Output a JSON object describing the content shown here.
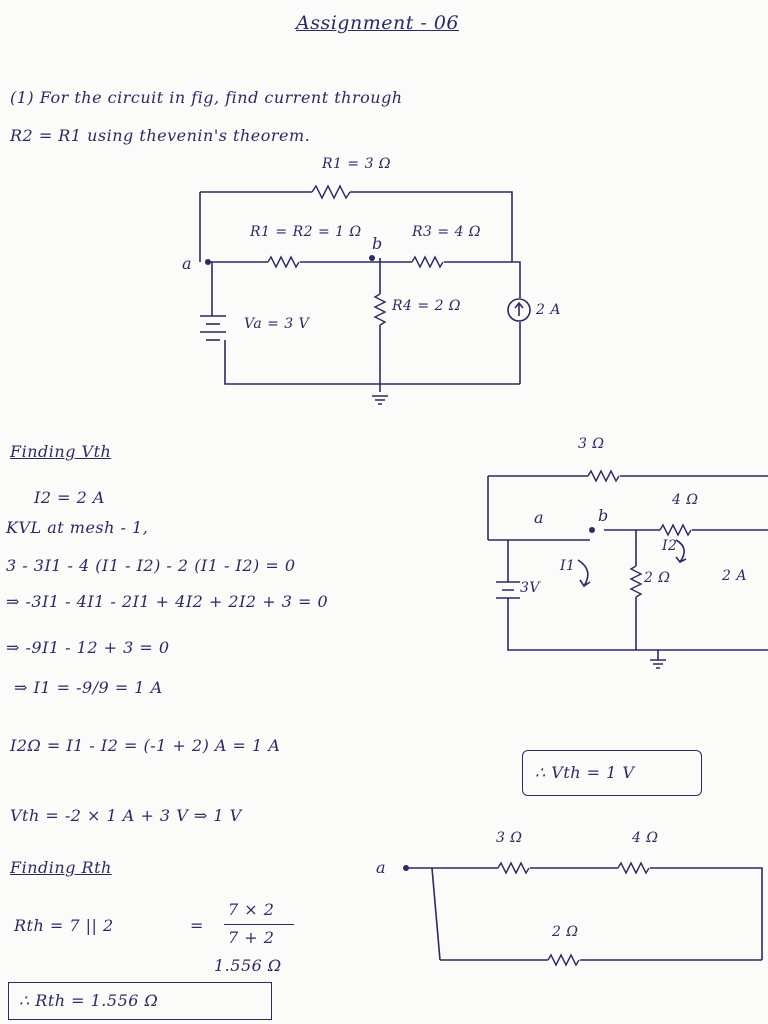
{
  "title": "Assignment - 06",
  "question": {
    "line1": "(1) For the circuit in fig, find current through",
    "line2": "R2 = R1 using thevenin's theorem."
  },
  "circuit1": {
    "r1": "R1 = 3 Ω",
    "r1r2": "R1 = R2 = 1 Ω",
    "r3": "R3 = 4 Ω",
    "r4": "R4 = 2 Ω",
    "va": "Va = 3 V",
    "node_a": "a",
    "node_b": "b",
    "current_source": "2 A"
  },
  "section_vth": {
    "heading": "Finding Vth",
    "i2": "I2 = 2 A",
    "kvl": "KVL at mesh - 1,",
    "eq1": "3 - 3I1 - 4 (I1 - I2) - 2 (I1 - I2) = 0",
    "eq2": "⇒ -3I1 - 4I1 - 2I1 + 4I2 + 2I2 + 3 = 0",
    "eq3": "⇒ -9I1 - 12 + 3 = 0",
    "eq4": "⇒ I1 = -9/9 = 1 A",
    "eq5": "I2Ω = I1 - I2 = (-1 + 2) A = 1 A",
    "eq6": "Vth = -2 × 1 A + 3 V ⇒ 1 V",
    "result": "∴ Vth = 1 V"
  },
  "circuit2": {
    "r_top": "3 Ω",
    "r_right": "4 Ω",
    "r_mid": "2 Ω",
    "source_v": "3V",
    "source_i": "2 A",
    "node_a": "a",
    "node_b": "b",
    "mesh1": "I1",
    "mesh2": "I2"
  },
  "section_rth": {
    "heading": "Finding Rth",
    "eq1_left": "Rth = 7 || 2",
    "eq1_num": "7 × 2",
    "eq1_den": "7 + 2",
    "eq2": "1.556 Ω",
    "result": "∴ Rth = 1.556 Ω"
  },
  "circuit3": {
    "r_left": "3 Ω",
    "r_right": "4 Ω",
    "r_bottom": "2 Ω",
    "node_a": "a"
  }
}
